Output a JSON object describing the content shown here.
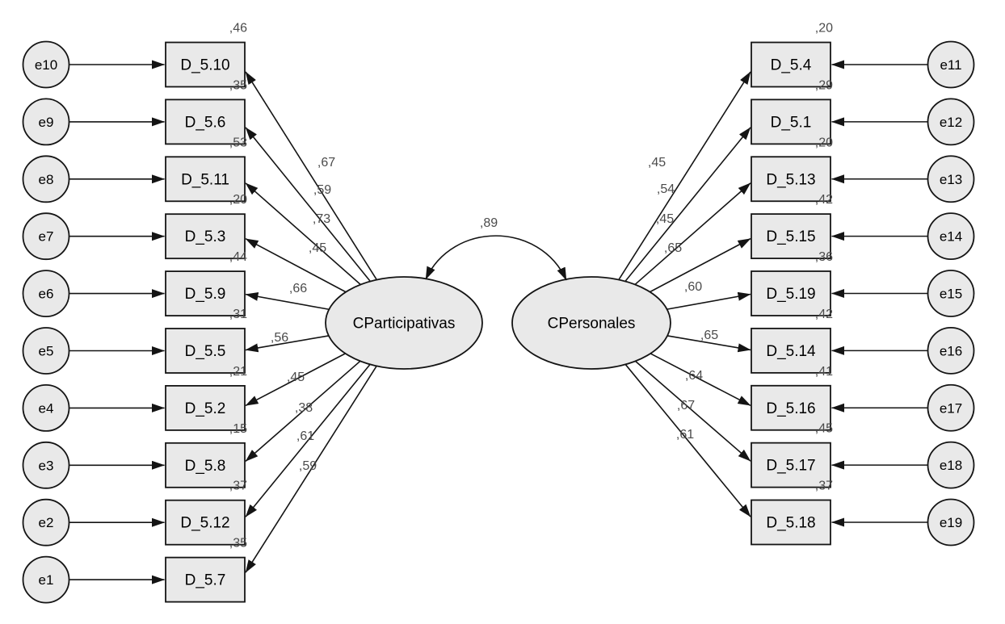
{
  "diagram": {
    "type": "sem-path-diagram",
    "latents": [
      {
        "id": "CParticipativas",
        "label": "CParticipativas"
      },
      {
        "id": "CPersonales",
        "label": "CPersonales"
      }
    ],
    "correlation": {
      "label": ",89",
      "between": [
        "CParticipativas",
        "CPersonales"
      ]
    },
    "left_group": {
      "latent": "CParticipativas",
      "indicators": [
        {
          "box": "D_5.10",
          "error": "e10",
          "r2": ",46",
          "loading": ",67"
        },
        {
          "box": "D_5.6",
          "error": "e9",
          "r2": ",35",
          "loading": ",59"
        },
        {
          "box": "D_5.11",
          "error": "e8",
          "r2": ",53",
          "loading": ",73"
        },
        {
          "box": "D_5.3",
          "error": "e7",
          "r2": ",20",
          "loading": ",45"
        },
        {
          "box": "D_5.9",
          "error": "e6",
          "r2": ",44",
          "loading": ",66"
        },
        {
          "box": "D_5.5",
          "error": "e5",
          "r2": ",31",
          "loading": ",56"
        },
        {
          "box": "D_5.2",
          "error": "e4",
          "r2": ",21",
          "loading": ",45"
        },
        {
          "box": "D_5.8",
          "error": "e3",
          "r2": ",15",
          "loading": ",38"
        },
        {
          "box": "D_5.12",
          "error": "e2",
          "r2": ",37",
          "loading": ",61"
        },
        {
          "box": "D_5.7",
          "error": "e1",
          "r2": ",35",
          "loading": ",59"
        }
      ]
    },
    "right_group": {
      "latent": "CPersonales",
      "indicators": [
        {
          "box": "D_5.4",
          "error": "e11",
          "r2": ",20",
          "loading": ",45"
        },
        {
          "box": "D_5.1",
          "error": "e12",
          "r2": ",29",
          "loading": ",54"
        },
        {
          "box": "D_5.13",
          "error": "e13",
          "r2": ",20",
          "loading": ",45"
        },
        {
          "box": "D_5.15",
          "error": "e14",
          "r2": ",42",
          "loading": ",65"
        },
        {
          "box": "D_5.19",
          "error": "e15",
          "r2": ",36",
          "loading": ",60"
        },
        {
          "box": "D_5.14",
          "error": "e16",
          "r2": ",42",
          "loading": ",65"
        },
        {
          "box": "D_5.16",
          "error": "e17",
          "r2": ",41",
          "loading": ",64"
        },
        {
          "box": "D_5.17",
          "error": "e18",
          "r2": ",45",
          "loading": ",67"
        },
        {
          "box": "D_5.18",
          "error": "e19",
          "r2": ",37",
          "loading": ",61"
        }
      ]
    },
    "colors": {
      "node_fill": "#e9e9e9",
      "node_stroke": "#141414",
      "value_text": "#4b4b4b",
      "label_text": "#000000",
      "background": "#ffffff"
    }
  }
}
